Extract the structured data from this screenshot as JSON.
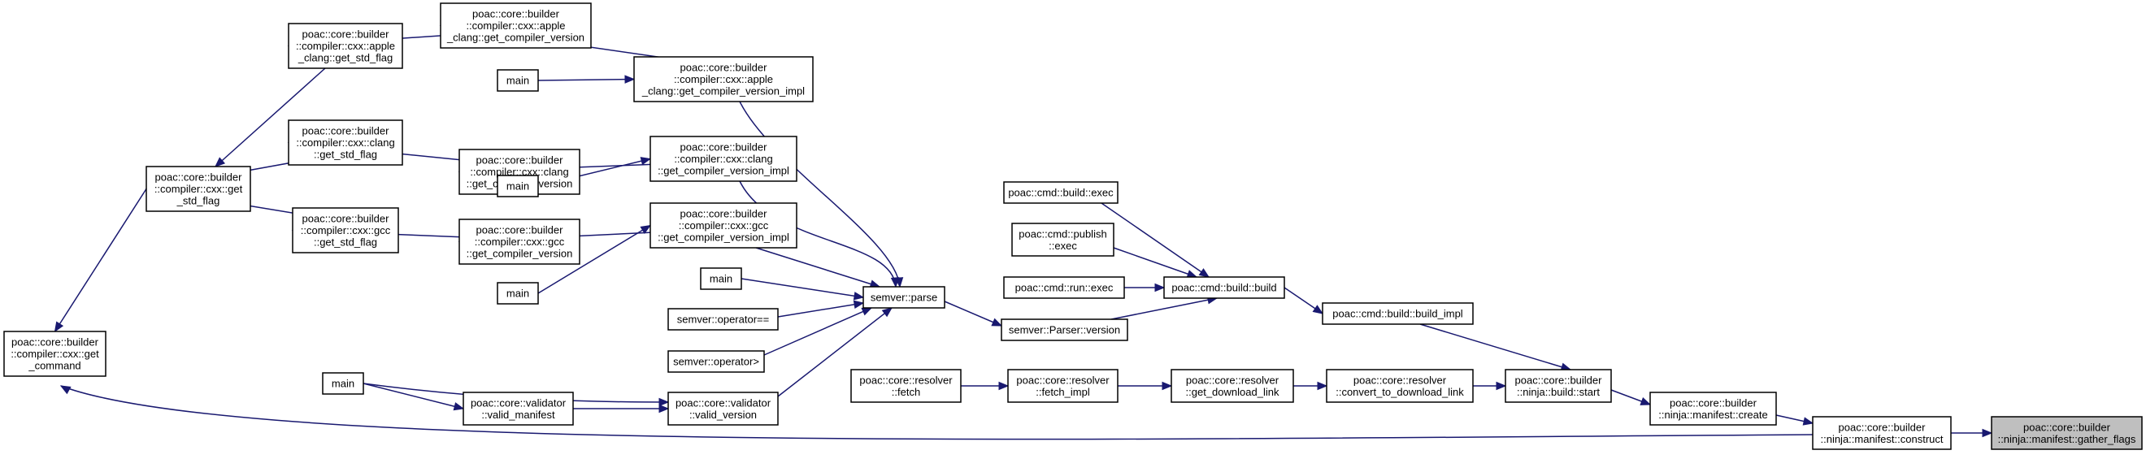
{
  "graph": {
    "colors": {
      "edge": "#191970",
      "node_border": "#000000",
      "highlight_fill": "#bfbfbf"
    },
    "nodes": [
      {
        "id": "gather",
        "lines": [
          "poac::core::builder",
          "::ninja::manifest::gather_flags"
        ],
        "highlight": true,
        "interactable": true
      },
      {
        "id": "construct",
        "lines": [
          "poac::core::builder",
          "::ninja::manifest::construct"
        ],
        "interactable": true
      },
      {
        "id": "create",
        "lines": [
          "poac::core::builder",
          "::ninja::manifest::create"
        ],
        "interactable": true
      },
      {
        "id": "build_start",
        "lines": [
          "poac::core::builder",
          "::ninja::build::start"
        ],
        "interactable": true
      },
      {
        "id": "build_impl",
        "lines": [
          "poac::cmd::build::build_impl"
        ],
        "interactable": true
      },
      {
        "id": "cmd_build",
        "lines": [
          "poac::cmd::build::build"
        ],
        "interactable": true
      },
      {
        "id": "build_exec",
        "lines": [
          "poac::cmd::build::exec"
        ],
        "interactable": true
      },
      {
        "id": "publish_exec",
        "lines": [
          "poac::cmd::publish",
          "::exec"
        ],
        "interactable": true
      },
      {
        "id": "run_exec",
        "lines": [
          "poac::cmd::run::exec"
        ],
        "interactable": true
      },
      {
        "id": "parser_version",
        "lines": [
          "semver::Parser::version"
        ],
        "interactable": true
      },
      {
        "id": "semver_parse",
        "lines": [
          "semver::parse"
        ],
        "interactable": true
      },
      {
        "id": "main_parse",
        "lines": [
          "main"
        ],
        "interactable": true
      },
      {
        "id": "op_eq",
        "lines": [
          "semver::operator=="
        ],
        "interactable": true
      },
      {
        "id": "op_gt",
        "lines": [
          "semver::operator>"
        ],
        "interactable": true
      },
      {
        "id": "valid_version",
        "lines": [
          "poac::core::validator",
          "::valid_version"
        ],
        "interactable": true
      },
      {
        "id": "valid_manifest",
        "lines": [
          "poac::core::validator",
          "::valid_manifest"
        ],
        "interactable": true
      },
      {
        "id": "main_valid",
        "lines": [
          "main"
        ],
        "interactable": true
      },
      {
        "id": "convert_link",
        "lines": [
          "poac::core::resolver",
          "::convert_to_download_link"
        ],
        "interactable": true
      },
      {
        "id": "get_download",
        "lines": [
          "poac::core::resolver",
          "::get_download_link"
        ],
        "interactable": true
      },
      {
        "id": "fetch_impl",
        "lines": [
          "poac::core::resolver",
          "::fetch_impl"
        ],
        "interactable": true
      },
      {
        "id": "fetch",
        "lines": [
          "poac::core::resolver",
          "::fetch"
        ],
        "interactable": true
      },
      {
        "id": "get_command",
        "lines": [
          "poac::core::builder",
          "::compiler::cxx::get",
          "_command"
        ],
        "interactable": true
      },
      {
        "id": "get_std_flag",
        "lines": [
          "poac::core::builder",
          "::compiler::cxx::get",
          "_std_flag"
        ],
        "interactable": true
      },
      {
        "id": "apple_std",
        "lines": [
          "poac::core::builder",
          "::compiler::cxx::apple",
          "_clang::get_std_flag"
        ],
        "interactable": true
      },
      {
        "id": "clang_std",
        "lines": [
          "poac::core::builder",
          "::compiler::cxx::clang",
          "::get_std_flag"
        ],
        "interactable": true
      },
      {
        "id": "gcc_std",
        "lines": [
          "poac::core::builder",
          "::compiler::cxx::gcc",
          "::get_std_flag"
        ],
        "interactable": true
      },
      {
        "id": "apple_ver",
        "lines": [
          "poac::core::builder",
          "::compiler::cxx::apple",
          "_clang::get_compiler_version"
        ],
        "interactable": true
      },
      {
        "id": "clang_ver",
        "lines": [
          "poac::core::builder",
          "::compiler::cxx::clang",
          "::get_compiler_version"
        ],
        "interactable": true
      },
      {
        "id": "gcc_ver",
        "lines": [
          "poac::core::builder",
          "::compiler::cxx::gcc",
          "::get_compiler_version"
        ],
        "interactable": true
      },
      {
        "id": "apple_impl",
        "lines": [
          "poac::core::builder",
          "::compiler::cxx::apple",
          "_clang::get_compiler_version_impl"
        ],
        "interactable": true
      },
      {
        "id": "clang_impl",
        "lines": [
          "poac::core::builder",
          "::compiler::cxx::clang",
          "::get_compiler_version_impl"
        ],
        "interactable": true
      },
      {
        "id": "gcc_impl",
        "lines": [
          "poac::core::builder",
          "::compiler::cxx::gcc",
          "::get_compiler_version_impl"
        ],
        "interactable": true
      },
      {
        "id": "main_apple",
        "lines": [
          "main"
        ],
        "interactable": true
      },
      {
        "id": "main_clang",
        "lines": [
          "main"
        ],
        "interactable": true
      },
      {
        "id": "main_gcc",
        "lines": [
          "main"
        ],
        "interactable": true
      }
    ],
    "edges": [
      {
        "from": "construct",
        "to": "gather"
      },
      {
        "from": "get_command",
        "to": "construct"
      },
      {
        "from": "create",
        "to": "construct"
      },
      {
        "from": "build_start",
        "to": "create"
      },
      {
        "from": "build_impl",
        "to": "build_start"
      },
      {
        "from": "convert_link",
        "to": "build_start"
      },
      {
        "from": "cmd_build",
        "to": "build_impl"
      },
      {
        "from": "build_exec",
        "to": "cmd_build"
      },
      {
        "from": "publish_exec",
        "to": "cmd_build"
      },
      {
        "from": "run_exec",
        "to": "cmd_build"
      },
      {
        "from": "parser_version",
        "to": "cmd_build"
      },
      {
        "from": "semver_parse",
        "to": "parser_version"
      },
      {
        "from": "apple_impl",
        "to": "semver_parse"
      },
      {
        "from": "clang_impl",
        "to": "semver_parse"
      },
      {
        "from": "gcc_impl",
        "to": "semver_parse"
      },
      {
        "from": "main_parse",
        "to": "semver_parse"
      },
      {
        "from": "op_eq",
        "to": "semver_parse"
      },
      {
        "from": "op_gt",
        "to": "semver_parse"
      },
      {
        "from": "valid_version",
        "to": "semver_parse"
      },
      {
        "from": "valid_manifest",
        "to": "valid_version"
      },
      {
        "from": "main_valid",
        "to": "valid_version"
      },
      {
        "from": "main_valid",
        "to": "valid_manifest"
      },
      {
        "from": "get_download",
        "to": "convert_link"
      },
      {
        "from": "fetch_impl",
        "to": "get_download"
      },
      {
        "from": "fetch",
        "to": "fetch_impl"
      },
      {
        "from": "get_std_flag",
        "to": "get_command"
      },
      {
        "from": "apple_std",
        "to": "get_std_flag"
      },
      {
        "from": "clang_std",
        "to": "get_std_flag"
      },
      {
        "from": "gcc_std",
        "to": "get_std_flag"
      },
      {
        "from": "apple_ver",
        "to": "apple_std"
      },
      {
        "from": "clang_ver",
        "to": "clang_std"
      },
      {
        "from": "gcc_ver",
        "to": "gcc_std"
      },
      {
        "from": "apple_impl",
        "to": "apple_ver"
      },
      {
        "from": "clang_impl",
        "to": "clang_ver"
      },
      {
        "from": "gcc_impl",
        "to": "gcc_ver"
      },
      {
        "from": "main_apple",
        "to": "apple_impl"
      },
      {
        "from": "main_clang",
        "to": "clang_impl"
      },
      {
        "from": "main_gcc",
        "to": "gcc_impl"
      }
    ]
  }
}
